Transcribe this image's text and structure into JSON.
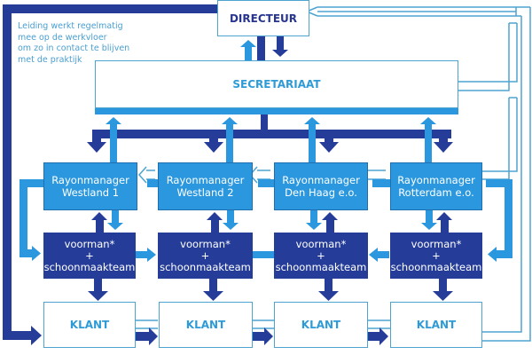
{
  "colors": {
    "dark_blue": "#253d98",
    "light_blue": "#2a97de",
    "outline_blue": "#4fa3d1"
  },
  "note": {
    "lines": [
      "Leiding werkt regelmatig",
      "mee op de werkvloer",
      "om zo in contact te blijven",
      "met de praktijk"
    ]
  },
  "directeur": {
    "label": "DIRECTEUR"
  },
  "secretariaat": {
    "label": "SECRETARIAAT"
  },
  "rayonmanagers": [
    {
      "line1": "Rayonmanager",
      "line2": "Westland 1"
    },
    {
      "line1": "Rayonmanager",
      "line2": "Westland 2"
    },
    {
      "line1": "Rayonmanager",
      "line2": "Den Haag e.o."
    },
    {
      "line1": "Rayonmanager",
      "line2": "Rotterdam e.o."
    }
  ],
  "teams": [
    {
      "line1": "voorman*",
      "line2": "+",
      "line3": "schoonmaakteam"
    },
    {
      "line1": "voorman*",
      "line2": "+",
      "line3": "schoonmaakteam"
    },
    {
      "line1": "voorman*",
      "line2": "+",
      "line3": "schoonmaakteam"
    },
    {
      "line1": "voorman*",
      "line2": "+",
      "line3": "schoonmaakteam"
    }
  ],
  "klanten": [
    {
      "label": "KLANT"
    },
    {
      "label": "KLANT"
    },
    {
      "label": "KLANT"
    },
    {
      "label": "KLANT"
    }
  ]
}
